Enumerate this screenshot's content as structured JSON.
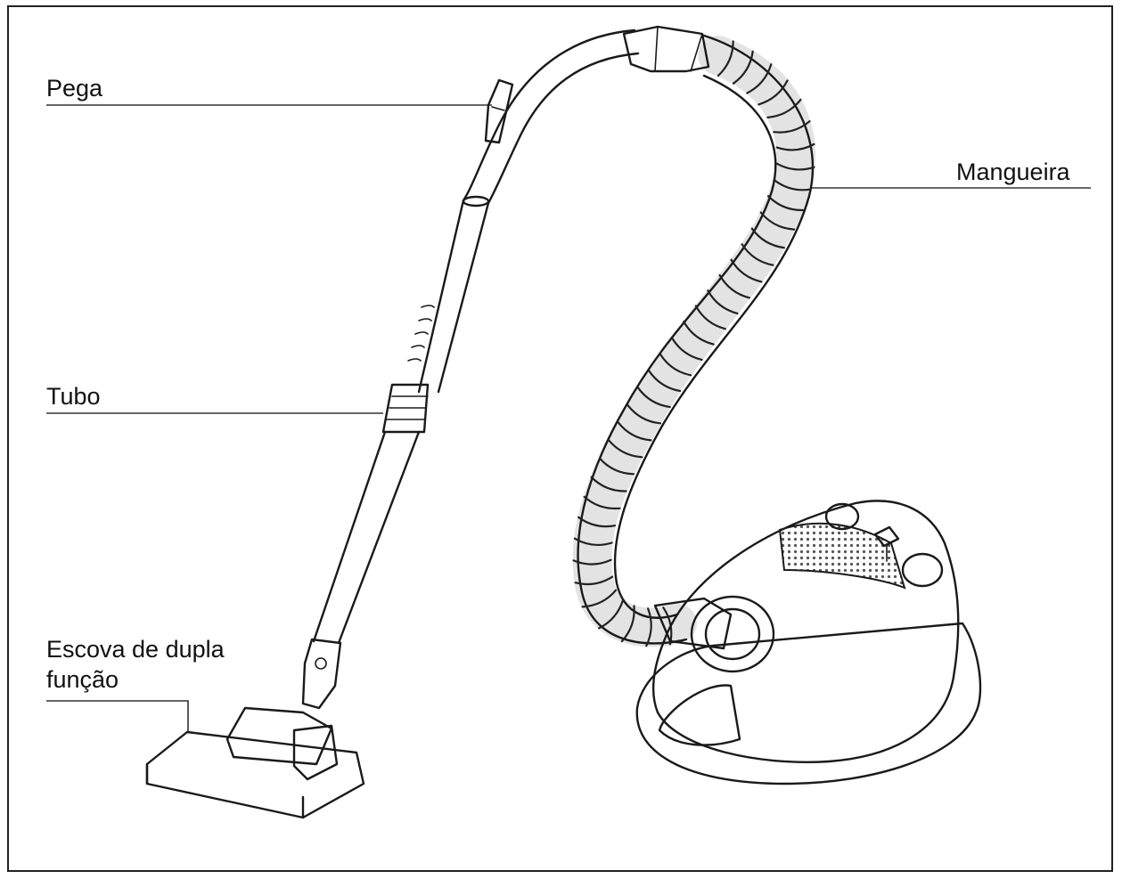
{
  "labels": {
    "handle": "Pega",
    "hose": "Mangueira",
    "tube": "Tubo",
    "brush_line1": "Escova de dupla",
    "brush_line2": "função"
  }
}
